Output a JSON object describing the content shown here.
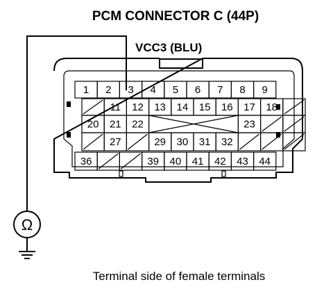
{
  "title": "PCM CONNECTOR C (44P)",
  "signal_label": "VCC3 (BLU)",
  "caption": "Terminal side of female terminals",
  "meter_symbol": "Ω",
  "meter_icon": "ohmmeter-icon",
  "ground_icon": "ground-icon",
  "connector": {
    "rows": [
      [
        "1",
        "2",
        "3",
        "4",
        "5",
        "6",
        "7",
        "8",
        "9"
      ],
      [
        "",
        "11",
        "12",
        "13",
        "14",
        "15",
        "16",
        "17",
        "18",
        ""
      ],
      [
        "20",
        "21",
        "22",
        "",
        "",
        "",
        "",
        "23",
        "",
        ""
      ],
      [
        "",
        "27",
        "",
        "29",
        "30",
        "31",
        "32",
        "",
        "",
        ""
      ],
      [
        "36",
        "",
        "",
        "39",
        "40",
        "41",
        "42",
        "43",
        "44"
      ]
    ],
    "probed_terminal": "3"
  }
}
